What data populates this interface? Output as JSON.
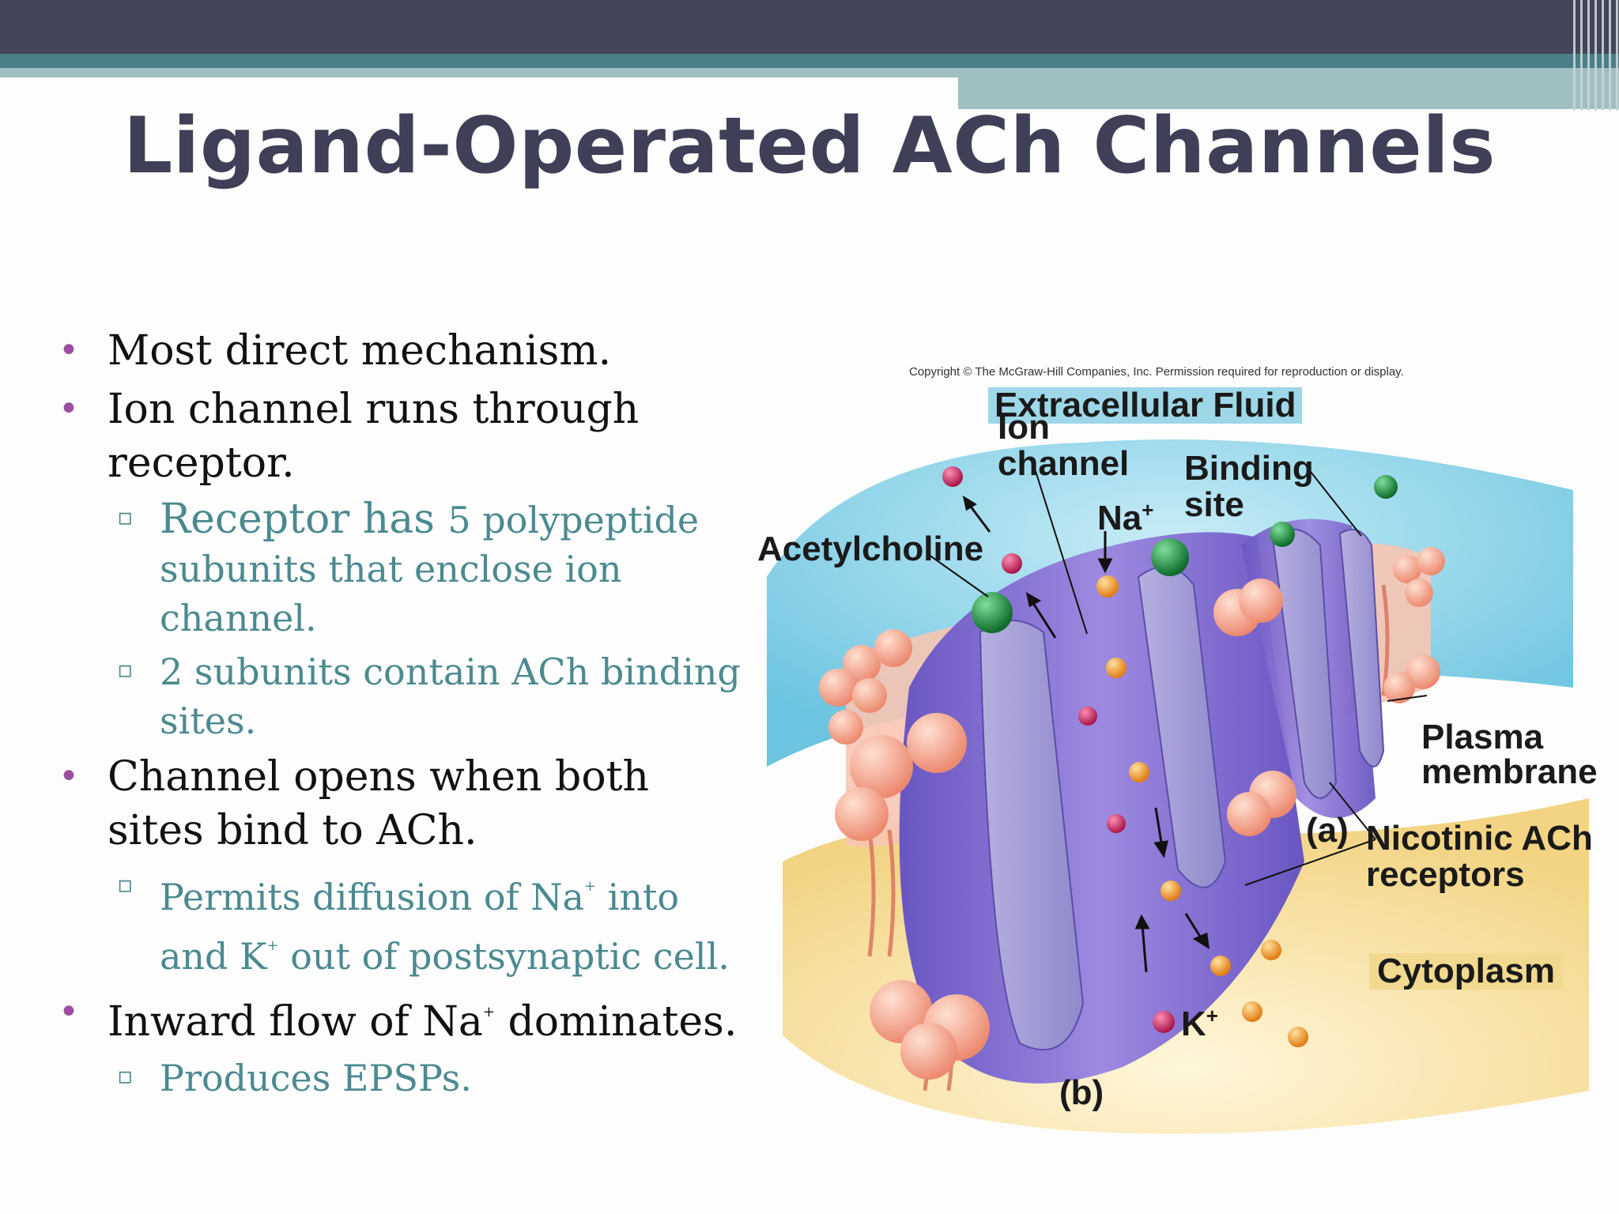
{
  "slide": {
    "title": "Ligand-Operated ACh Channels",
    "bullets": [
      {
        "level": 1,
        "text": "Most direct mechanism."
      },
      {
        "level": 1,
        "text": "Ion channel runs through receptor."
      },
      {
        "level": 2,
        "text_a": "Receptor has ",
        "text_b": "5",
        "text_c": " polypeptide subunits that enclose ion channel."
      },
      {
        "level": 2,
        "text": "2 subunits contain ACh binding sites."
      },
      {
        "level": 1,
        "text": "Channel opens when both sites bind to ACh."
      },
      {
        "level": 2,
        "text_a": "Permits diffusion of Na",
        "sup_a": "+",
        "text_b": " into and K",
        "sup_b": "+",
        "text_c": " out of postsynaptic cell."
      },
      {
        "level": 1,
        "text_a": "Inward flow of Na",
        "sup_a": "+",
        "text_b": " dominates."
      },
      {
        "level": 2,
        "text": "Produces EPSPs."
      }
    ]
  },
  "figure": {
    "copyright": "Copyright © The McGraw-Hill Companies, Inc. Permission required for reproduction or display.",
    "labels": {
      "extracellular": "Extracellular Fluid",
      "ion_channel_1": "Ion",
      "ion_channel_2": "channel",
      "binding_1": "Binding",
      "binding_2": "site",
      "na": "Na",
      "na_sup": "+",
      "acetylcholine": "Acetylcholine",
      "plasma_1": "Plasma",
      "plasma_2": "membrane",
      "panel_a": "(a)",
      "nicotinic_1": "Nicotinic ACh",
      "nicotinic_2": "receptors",
      "cytoplasm": "Cytoplasm",
      "k": "K",
      "k_sup": "+",
      "panel_b": "(b)"
    },
    "colors": {
      "extracellular": "#9ed7e8",
      "cytoplasm": "#f1d98f",
      "receptor": "#8c78d0",
      "lipid_head": "#f4a58e",
      "ach": "#1f8a3a",
      "na_ion": "#f0a030",
      "k_ion": "#c0245a"
    }
  },
  "theme": {
    "top_bar": "#454559",
    "accent_teal": "#4a7f86",
    "light_teal": "#9fbfc2",
    "title_color": "#3f3f57",
    "bullet_color": "#9a4fa0",
    "sub_text_color": "#4b8a90"
  }
}
